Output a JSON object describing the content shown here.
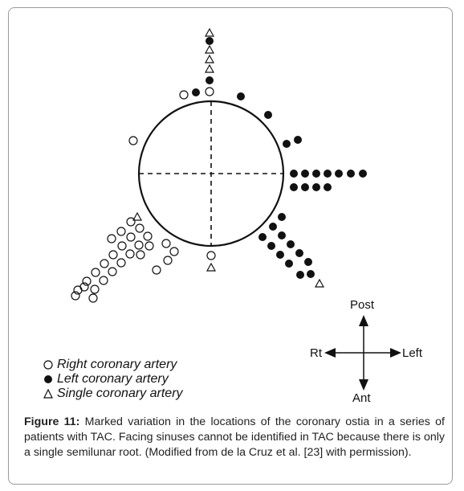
{
  "figure": {
    "directions": {
      "post": "Post",
      "left": "Left",
      "rt": "Rt",
      "ant": "Ant"
    },
    "legend": [
      {
        "symbol": "open-circle",
        "label": "Right coronary artery"
      },
      {
        "symbol": "filled-circle",
        "label": "Left coronary artery"
      },
      {
        "symbol": "open-triangle",
        "label": "Single coronary artery"
      }
    ],
    "caption": {
      "label": "Figure 11:",
      "text": " Marked variation in the locations of the coronary ostia in a series of patients with TAC. Facing sinuses cannot be identified in TAC because there is only a single semilunar root. (Modified from de la Cruz et al. [23] with permission)."
    }
  }
}
